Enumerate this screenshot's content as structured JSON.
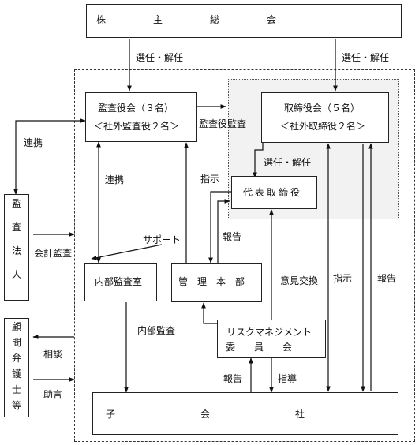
{
  "boxes": {
    "shareholders": "株　　　　　主　　　　　総　　　　　会",
    "audit_board_1": "監査役会（３名）",
    "audit_board_2": "＜社外監査役２名＞",
    "board_1": "取締役会（５名）",
    "board_2": "＜社外取締役２名＞",
    "representative": "代表取締役",
    "internal_audit": "内部監査室",
    "management": "管　理　本　部",
    "risk_1": "リスクマネジメント",
    "risk_2": "委　　員　　会",
    "subsidiaries": "子　　　　　　　　　会　　　　　　　　　社",
    "audit_firm": [
      "監",
      "査",
      "法",
      "人"
    ],
    "counsel": [
      "顧",
      "問",
      "弁",
      "護",
      "士",
      "等"
    ]
  },
  "labels": {
    "appoint_left": "選任・解任",
    "appoint_right": "選任・解任",
    "appoint_rep": "選任・解任",
    "audit_by_auditors": "監査役監査",
    "coordination_top": "連携",
    "coordination_mid": "連携",
    "accounting_audit": "会計監査",
    "instruction_top": "指示",
    "support": "サポート",
    "report_mgmt": "報告",
    "internal_audit_arrow": "内部監査",
    "opinion_exchange": "意見交換",
    "instruction_right": "指示",
    "report_right": "報告",
    "consultation": "相談",
    "advice": "助言",
    "report_risk": "報告",
    "guidance": "指導"
  }
}
